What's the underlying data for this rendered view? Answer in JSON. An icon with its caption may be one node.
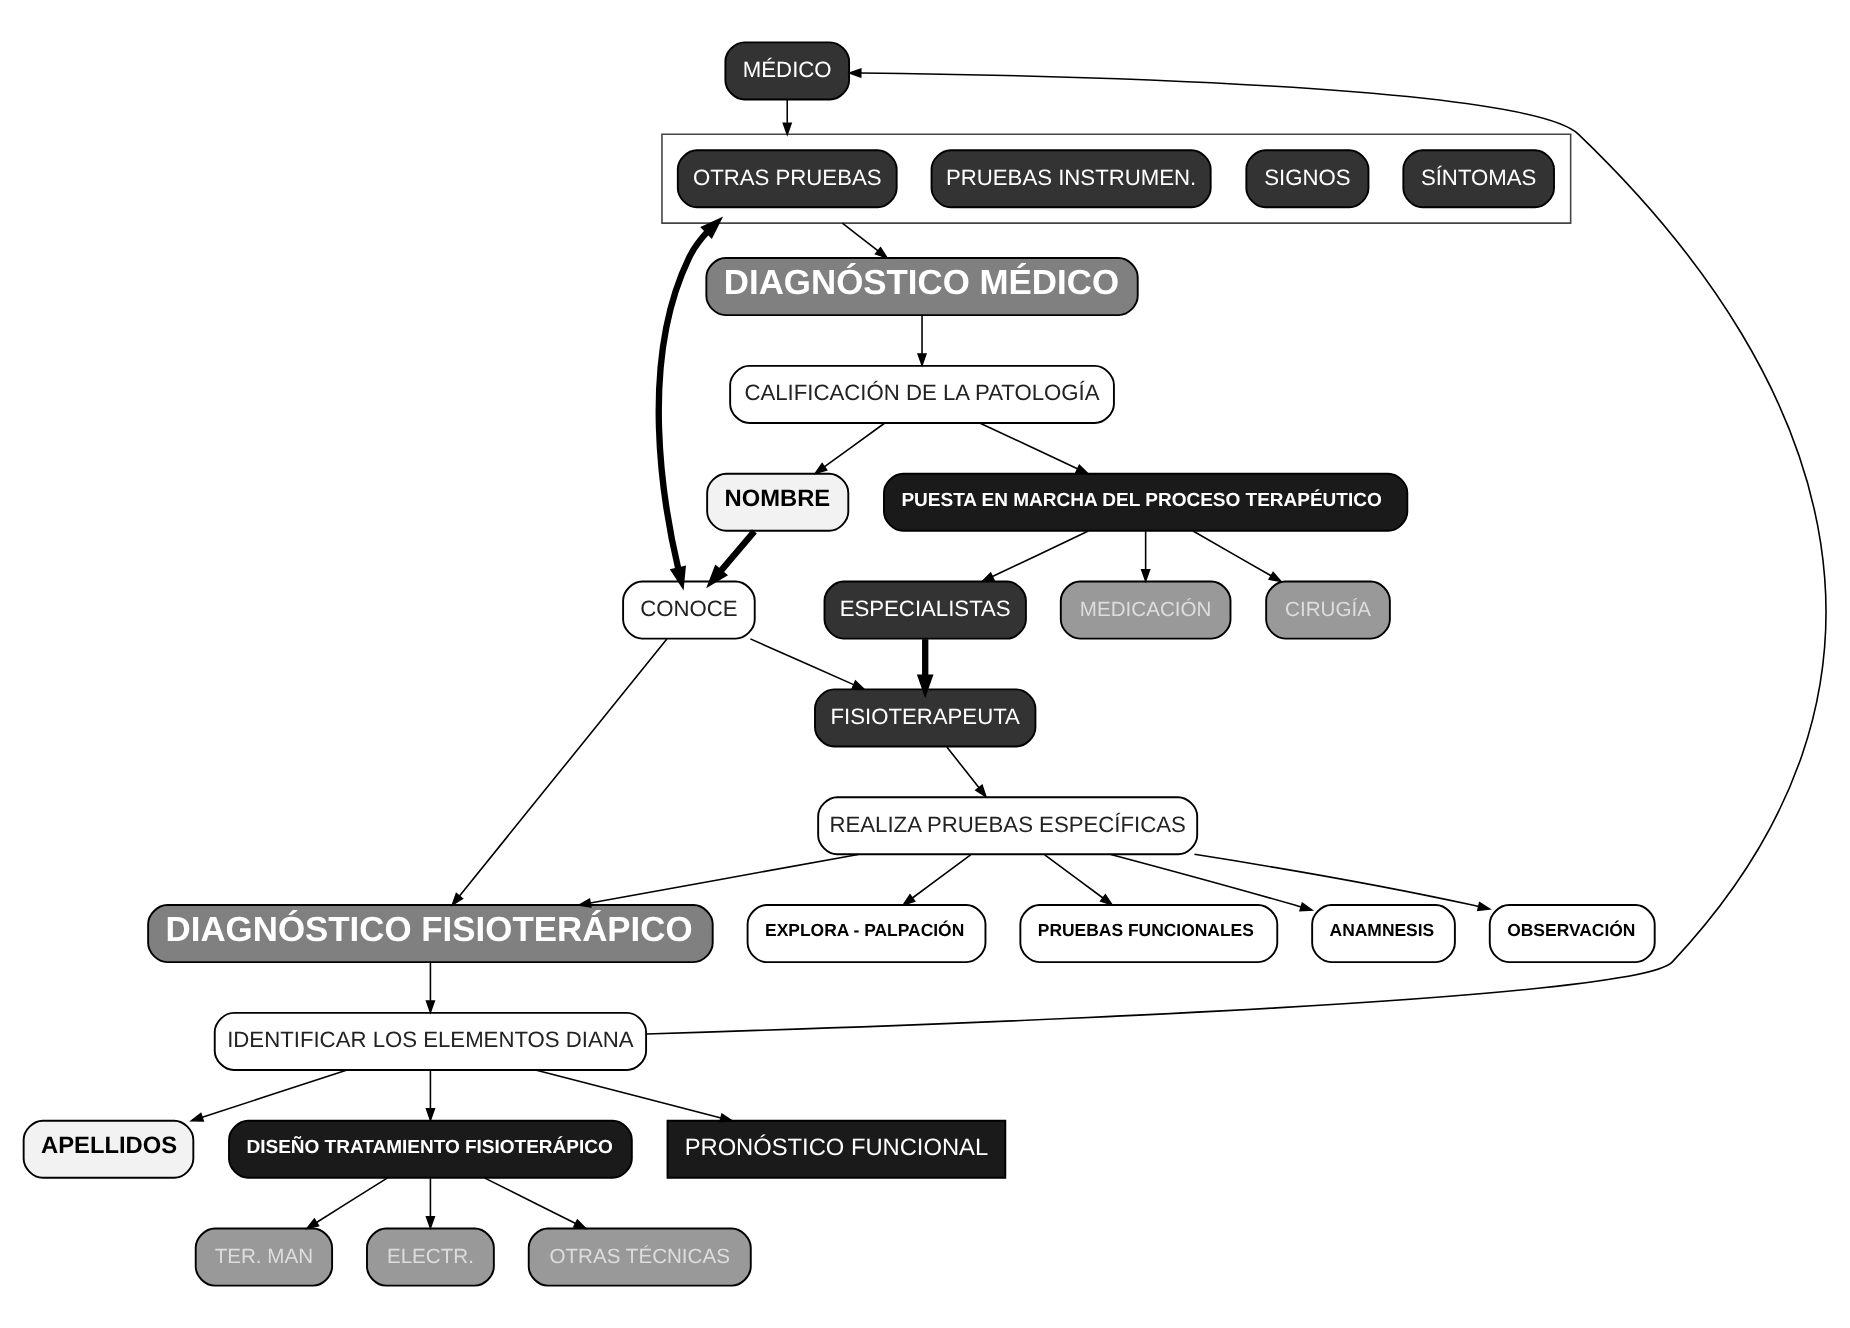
{
  "diagram": {
    "nodes": [
      {
        "text": [
          "MÉDICO"
        ]
      },
      {
        "text": [],
        "shape": "box"
      },
      {
        "text": [
          "SÍNTOMAS"
        ],
        "in": 1
      },
      {
        "text": [
          "SIGNOS"
        ],
        "in": 1
      },
      {
        "text": [
          "PRUEBAS INSTRUMEN."
        ],
        "in": 1
      },
      {
        "text": [
          "OTRAS PRUEBAS"
        ],
        "in": 1
      },
      {
        "text": [
          "DIAGNÓSTICO MÉDICO"
        ]
      },
      {
        "text": [
          "CALIFICACIÓN DE LA PATOLOGÍA"
        ]
      },
      {
        "text": [
          "NOMBRE"
        ]
      },
      {
        "text": [
          "PUESTA EN MARCHA DEL PROCESO TERAPÉUTICO"
        ]
      },
      {
        "text": [
          "MEDICACIÓN"
        ]
      },
      {
        "text": [
          "CIRUGÍA"
        ]
      },
      {
        "text": [
          "ESPECIALISTAS"
        ]
      },
      {
        "text": [
          "FISIOTERAPEUTA"
        ]
      },
      {
        "text": [
          "CONOCE"
        ]
      },
      {
        "text": [
          "REALIZA PRUEBAS ESPECÍFICAS"
        ]
      },
      {
        "text": [
          "DIAGNÓSTICO FISIOTERÁPICO"
        ]
      },
      {
        "text": [
          "ANAMNESIS"
        ]
      },
      {
        "text": [
          "OBSERVACIÓN"
        ]
      },
      {
        "text": [
          "EXPLORA - PALPACIÓN"
        ]
      },
      {
        "text": [
          "PRUEBAS FUNCIONALES"
        ]
      },
      {
        "text": [
          "IDENTIFICAR LOS ELEMENTOS DIANA"
        ]
      },
      {
        "text": [
          "APELLIDOS"
        ]
      },
      {
        "text": [
          "DISEÑO TRATAMIENTO FISIOTERÁPICO"
        ]
      },
      {
        "text": [
          "PRONÓSTICO FUNCIONAL"
        ]
      },
      {
        "text": [
          "TER. MAN"
        ]
      },
      {
        "text": [
          "ELECTR."
        ]
      },
      {
        "text": [
          "OTRAS TÉCNICAS"
        ]
      }
    ],
    "edges": [
      {
        "from": 0,
        "to": 1,
        "arrow": "to"
      },
      {
        "from": 1,
        "to": 6,
        "arrow": "to"
      },
      {
        "from": 6,
        "to": 7,
        "arrow": "to"
      },
      {
        "from": 7,
        "to": 8,
        "arrow": "to"
      },
      {
        "from": 7,
        "to": 9,
        "arrow": "to"
      },
      {
        "from": 9,
        "to": 10,
        "arrow": "to"
      },
      {
        "from": 9,
        "to": 11,
        "arrow": "to"
      },
      {
        "from": 9,
        "to": 12,
        "arrow": "to"
      },
      {
        "from": 12,
        "to": 13,
        "arrow": "to",
        "style": "thick"
      },
      {
        "from": 8,
        "to": 14,
        "arrow": "to",
        "style": "thick"
      },
      {
        "from": 1,
        "to": 14,
        "arrow": "both",
        "style": "thick"
      },
      {
        "from": 14,
        "to": 13,
        "arrow": "to"
      },
      {
        "from": 14,
        "to": 16,
        "arrow": "to"
      },
      {
        "from": 13,
        "to": 15,
        "arrow": "to"
      },
      {
        "from": 15,
        "to": 16,
        "arrow": "to"
      },
      {
        "from": 15,
        "to": 17,
        "arrow": "to"
      },
      {
        "from": 15,
        "to": 18,
        "arrow": "to"
      },
      {
        "from": 15,
        "to": 19,
        "arrow": "to"
      },
      {
        "from": 15,
        "to": 20,
        "arrow": "to"
      },
      {
        "from": 16,
        "to": 21,
        "arrow": "to"
      },
      {
        "from": 21,
        "to": 0,
        "arrow": "to"
      },
      {
        "from": 21,
        "to": 22,
        "arrow": "to"
      },
      {
        "from": 21,
        "to": 23,
        "arrow": "to"
      },
      {
        "from": 21,
        "to": 24,
        "arrow": "to"
      },
      {
        "from": 23,
        "to": 25,
        "arrow": "to"
      },
      {
        "from": 23,
        "to": 26,
        "arrow": "to"
      },
      {
        "from": 23,
        "to": 27,
        "arrow": "to"
      }
    ]
  }
}
